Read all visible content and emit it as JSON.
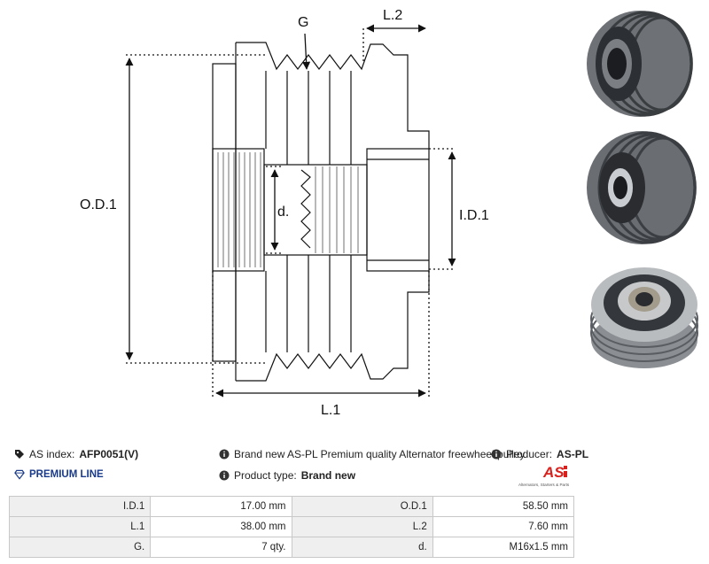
{
  "drawing": {
    "labels": {
      "groove": "G",
      "outer_diameter": "O.D.1",
      "inner_diameter": "I.D.1",
      "length_1": "L.1",
      "length_2": "L.2",
      "thread_diameter": "d."
    }
  },
  "info": {
    "as_index_label": "AS index:",
    "as_index_value": "AFP0051(V)",
    "premium_line": "PREMIUM LINE",
    "description": "Brand new AS-PL Premium quality Alternator freewheel pulley",
    "product_type_label": "Product type:",
    "product_type_value": "Brand new",
    "producer_label": "Producer:",
    "producer_value": "AS-PL"
  },
  "logo": {
    "mark": "AS",
    "tagline": "Alternators, Starters & Parts",
    "color": "#d8211d"
  },
  "specs": [
    [
      {
        "label": "I.D.1",
        "value": "17.00 mm"
      },
      {
        "label": "O.D.1",
        "value": "58.50 mm"
      }
    ],
    [
      {
        "label": "L.1",
        "value": "38.00 mm"
      },
      {
        "label": "L.2",
        "value": "7.60 mm"
      }
    ],
    [
      {
        "label": "G.",
        "value": "7 qty."
      },
      {
        "label": "d.",
        "value": "M16x1.5 mm"
      }
    ]
  ],
  "icons": {
    "index": "tag-icon",
    "premium": "diamond-icon",
    "description": "info-icon",
    "product_type": "info-icon",
    "producer": "info-icon"
  }
}
